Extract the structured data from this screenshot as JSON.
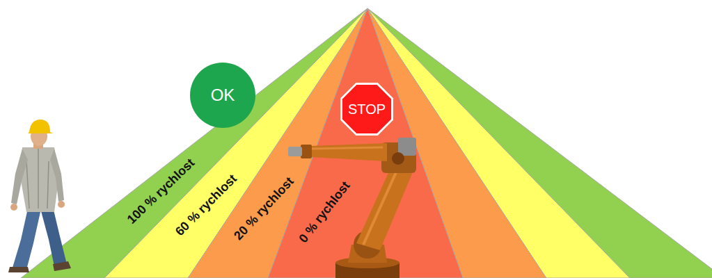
{
  "diagram": {
    "nodes": [
      {
        "text": [
          "100 % rychlost"
        ]
      },
      {
        "text": [
          "60 % rychlost"
        ]
      },
      {
        "text": [
          "20 % rychlost"
        ]
      },
      {
        "text": [
          "0 % rychlost"
        ]
      },
      {
        "text": [
          "OK"
        ]
      },
      {
        "text": [
          "STOP"
        ]
      }
    ]
  }
}
